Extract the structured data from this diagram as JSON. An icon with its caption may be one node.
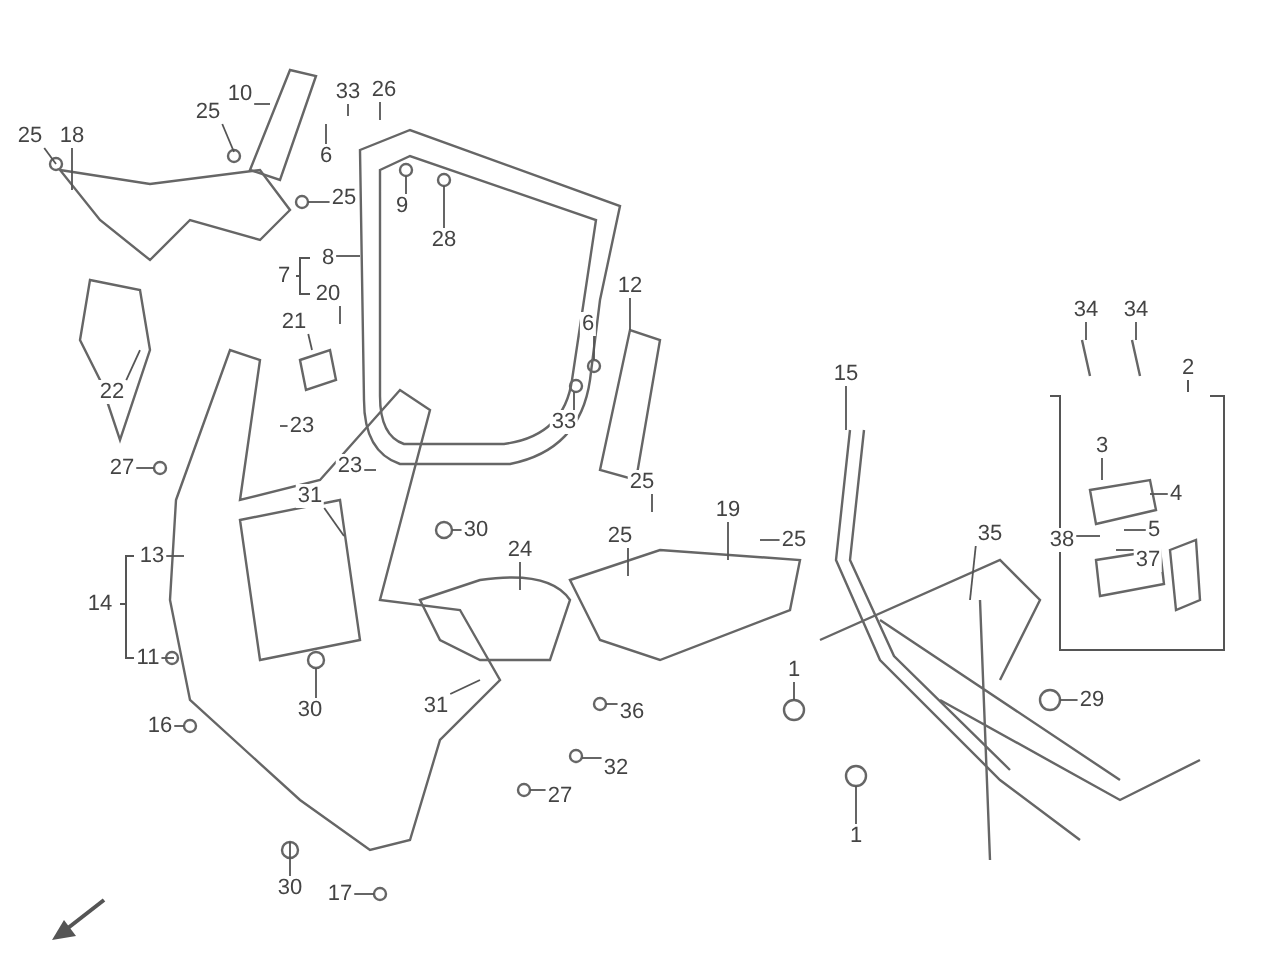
{
  "diagram": {
    "nodes": [
      {
        "text": [
          "25"
        ]
      },
      {
        "text": [
          "18"
        ]
      },
      {
        "text": [
          "10"
        ]
      },
      {
        "text": [
          "25"
        ]
      },
      {
        "text": [
          "33"
        ]
      },
      {
        "text": [
          "26"
        ]
      },
      {
        "text": [
          "6"
        ]
      },
      {
        "text": [
          "25"
        ]
      },
      {
        "text": [
          "9"
        ]
      },
      {
        "text": [
          "28"
        ]
      },
      {
        "text": [
          "8"
        ]
      },
      {
        "text": [
          "20"
        ]
      },
      {
        "text": [
          "21"
        ]
      },
      {
        "text": [
          "22"
        ]
      },
      {
        "text": [
          "27"
        ]
      },
      {
        "text": [
          "23"
        ]
      },
      {
        "text": [
          "23"
        ]
      },
      {
        "text": [
          "31"
        ]
      },
      {
        "text": [
          "30"
        ]
      },
      {
        "text": [
          "24"
        ]
      },
      {
        "text": [
          "25"
        ]
      },
      {
        "text": [
          "13"
        ]
      },
      {
        "text": [
          "11"
        ]
      },
      {
        "text": [
          "16"
        ]
      },
      {
        "text": [
          "30"
        ]
      },
      {
        "text": [
          "31"
        ]
      },
      {
        "text": [
          "36"
        ]
      },
      {
        "text": [
          "32"
        ]
      },
      {
        "text": [
          "27"
        ]
      },
      {
        "text": [
          "30"
        ]
      },
      {
        "text": [
          "17"
        ]
      },
      {
        "text": [
          "12"
        ]
      },
      {
        "text": [
          "6"
        ]
      },
      {
        "text": [
          "33"
        ]
      },
      {
        "text": [
          "25"
        ]
      },
      {
        "text": [
          "19"
        ]
      },
      {
        "text": [
          "25"
        ]
      },
      {
        "text": [
          "15"
        ]
      },
      {
        "text": [
          "1"
        ]
      },
      {
        "text": [
          "1"
        ]
      },
      {
        "text": [
          "35"
        ]
      },
      {
        "text": [
          "29"
        ]
      },
      {
        "text": [
          "34"
        ]
      },
      {
        "text": [
          "34"
        ]
      },
      {
        "text": [
          "3"
        ]
      },
      {
        "text": [
          "4"
        ]
      },
      {
        "text": [
          "5"
        ]
      },
      {
        "text": [
          "38"
        ]
      },
      {
        "text": [
          "37"
        ]
      }
    ],
    "edges": [
      {
        "from": 0,
        "to": null,
        "arrow": "none"
      },
      {
        "from": 1,
        "to": null,
        "arrow": "none"
      },
      {
        "from": 2,
        "to": null,
        "arrow": "none"
      },
      {
        "from": 3,
        "to": null,
        "arrow": "none"
      },
      {
        "from": 4,
        "to": null,
        "arrow": "none"
      },
      {
        "from": 5,
        "to": null,
        "arrow": "none"
      },
      {
        "from": 6,
        "to": null,
        "arrow": "none"
      },
      {
        "from": 7,
        "to": null,
        "arrow": "none"
      },
      {
        "from": 8,
        "to": null,
        "arrow": "none"
      },
      {
        "from": 9,
        "to": null,
        "arrow": "none"
      },
      {
        "from": 10,
        "to": null,
        "arrow": "none"
      },
      {
        "from": 11,
        "to": null,
        "arrow": "none"
      },
      {
        "from": 12,
        "to": null,
        "arrow": "none"
      },
      {
        "from": 13,
        "to": null,
        "arrow": "none"
      },
      {
        "from": 14,
        "to": null,
        "arrow": "none"
      },
      {
        "from": 15,
        "to": null,
        "arrow": "none"
      },
      {
        "from": 16,
        "to": null,
        "arrow": "none"
      },
      {
        "from": 17,
        "to": null,
        "arrow": "none"
      },
      {
        "from": 18,
        "to": null,
        "arrow": "none"
      },
      {
        "from": 19,
        "to": null,
        "arrow": "none"
      },
      {
        "from": 20,
        "to": null,
        "arrow": "none"
      },
      {
        "from": 21,
        "to": null,
        "arrow": "none"
      },
      {
        "from": 22,
        "to": null,
        "arrow": "none"
      },
      {
        "from": 23,
        "to": null,
        "arrow": "none"
      },
      {
        "from": 24,
        "to": null,
        "arrow": "none"
      },
      {
        "from": 25,
        "to": null,
        "arrow": "none"
      },
      {
        "from": 26,
        "to": null,
        "arrow": "none"
      },
      {
        "from": 27,
        "to": null,
        "arrow": "none"
      },
      {
        "from": 28,
        "to": null,
        "arrow": "none"
      },
      {
        "from": 29,
        "to": null,
        "arrow": "none"
      },
      {
        "from": 30,
        "to": null,
        "arrow": "none"
      },
      {
        "from": 31,
        "to": null,
        "arrow": "none"
      },
      {
        "from": 32,
        "to": null,
        "arrow": "none"
      },
      {
        "from": 33,
        "to": null,
        "arrow": "none"
      },
      {
        "from": 34,
        "to": null,
        "arrow": "none"
      },
      {
        "from": 35,
        "to": null,
        "arrow": "none"
      },
      {
        "from": 36,
        "to": null,
        "arrow": "none"
      },
      {
        "from": 37,
        "to": null,
        "arrow": "none"
      },
      {
        "from": 38,
        "to": null,
        "arrow": "none"
      },
      {
        "from": 39,
        "to": null,
        "arrow": "none"
      },
      {
        "from": 40,
        "to": null,
        "arrow": "none"
      },
      {
        "from": 41,
        "to": null,
        "arrow": "none"
      },
      {
        "from": 42,
        "to": null,
        "arrow": "none"
      },
      {
        "from": 43,
        "to": null,
        "arrow": "none"
      },
      {
        "from": 44,
        "to": null,
        "arrow": "none"
      },
      {
        "from": 45,
        "to": null,
        "arrow": "none"
      },
      {
        "from": 46,
        "to": null,
        "arrow": "none"
      },
      {
        "from": 47,
        "to": null,
        "arrow": "none"
      },
      {
        "from": 48,
        "to": null,
        "arrow": "none"
      }
    ],
    "labels": [
      "14",
      "7",
      "2"
    ]
  }
}
